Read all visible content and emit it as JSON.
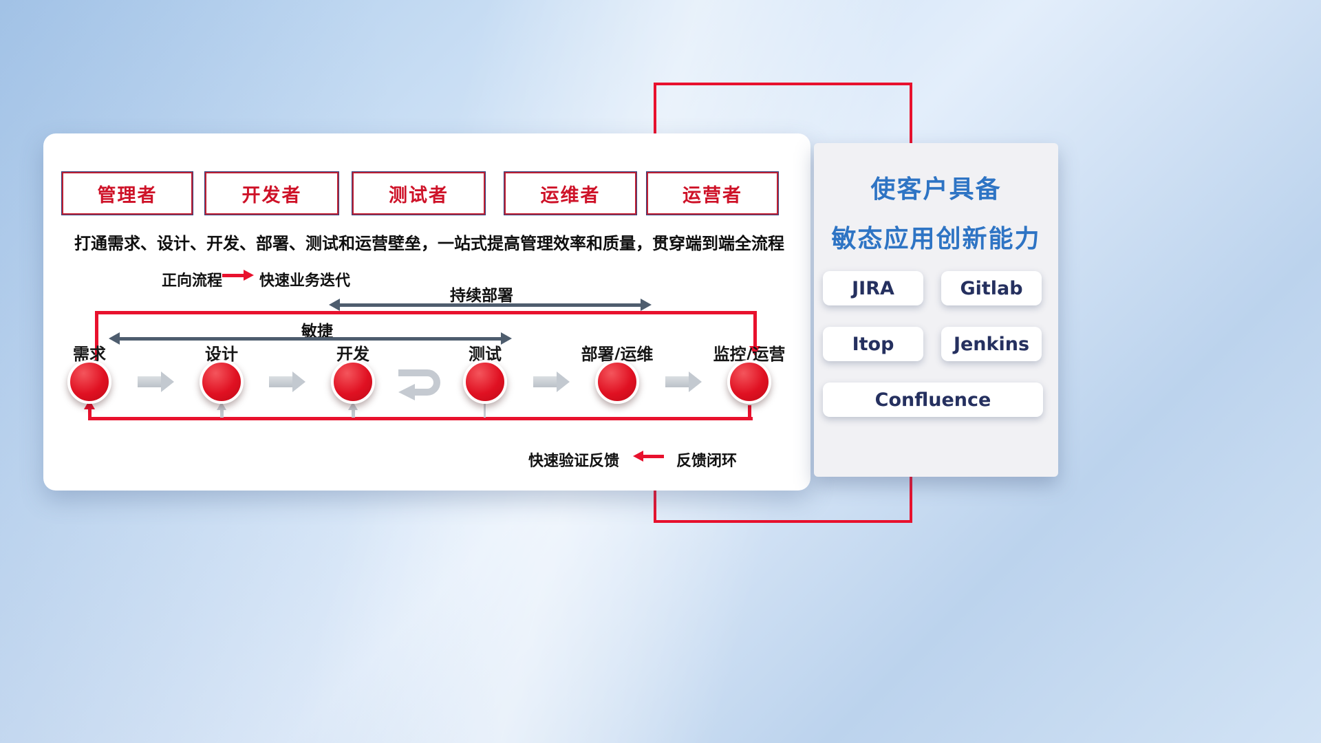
{
  "roles": [
    "管理者",
    "开发者",
    "测试者",
    "运维者",
    "运营者"
  ],
  "description": "打通需求、设计、开发、部署、测试和运营壁垒，一站式提高管理效率和质量，贯穿端到端全流程",
  "forward_legend": {
    "label": "正向流程",
    "value": "快速业务迭代"
  },
  "span_arrows": {
    "continuous_deployment": "持续部署",
    "agile": "敏捷"
  },
  "stages": [
    "需求",
    "设计",
    "开发",
    "测试",
    "部署/运维",
    "监控/运营"
  ],
  "feedback_legend": {
    "label": "快速验证反馈",
    "value": "反馈闭环"
  },
  "right_panel": {
    "title_line1": "使客户具备",
    "title_line2": "敏态应用创新能力",
    "tools": [
      "JIRA",
      "Gitlab",
      "Itop",
      "Jenkins",
      "Confluence"
    ]
  },
  "colors": {
    "accent_red": "#e8112d",
    "role_text_red": "#ce1228",
    "title_blue": "#2e74c4",
    "tool_text_navy": "#25305f",
    "span_arrow_slate": "#4e5d6e",
    "flow_arrow_gray": "#c3c9d0"
  }
}
